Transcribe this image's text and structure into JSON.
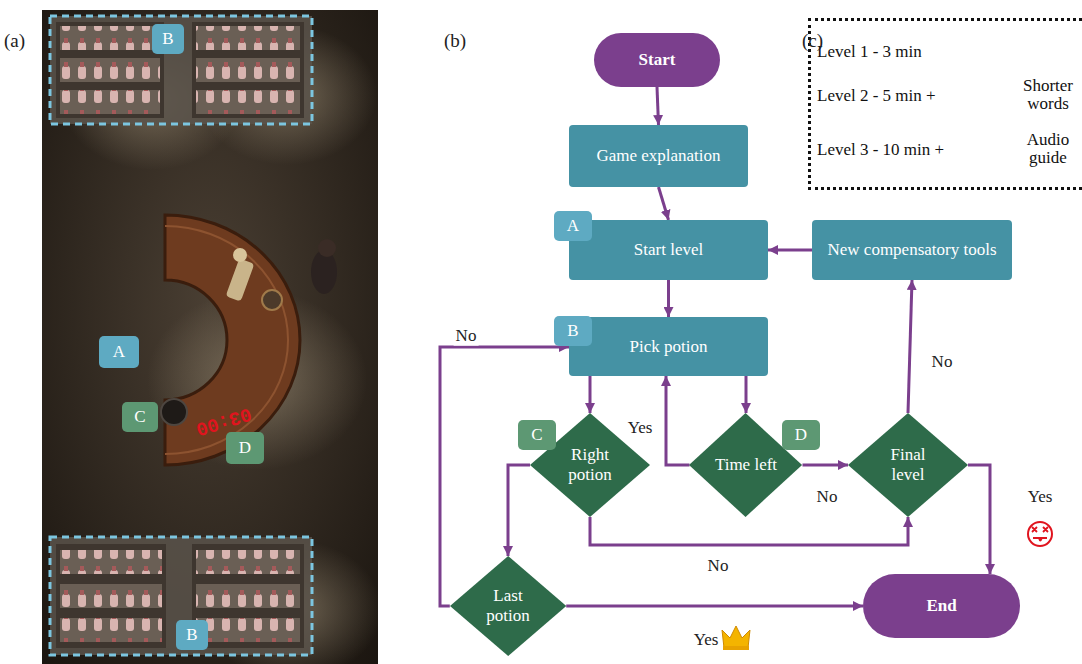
{
  "diagram": {
    "nodes": [
      {
        "text": [
          "Start"
        ]
      },
      {
        "text": [
          "Game explanation"
        ]
      },
      {
        "text": [
          "Start level"
        ]
      },
      {
        "text": [
          "New compensatory tools"
        ]
      },
      {
        "text": [
          "Pick potion"
        ]
      },
      {
        "text": [
          "Right potion"
        ]
      },
      {
        "text": [
          "Time left"
        ]
      },
      {
        "text": [
          "Final level"
        ]
      },
      {
        "text": [
          "Last potion"
        ]
      },
      {
        "text": [
          "End"
        ]
      },
      {
        "text": [
          "Level 1 - 3 min",
          "Level 2 - 5 min +",
          "Shorter words",
          "Level 3 - 10 min +",
          "Audio guide"
        ]
      }
    ],
    "edges": [
      {
        "from": 0,
        "to": 1,
        "arrow": "to"
      },
      {
        "from": 1,
        "to": 2,
        "arrow": "to"
      },
      {
        "from": 2,
        "to": 4,
        "arrow": "to"
      },
      {
        "from": 4,
        "to": 5,
        "arrow": "to"
      },
      {
        "from": 4,
        "to": 6,
        "arrow": "to"
      },
      {
        "from": 6,
        "to": 4,
        "label": "Yes",
        "arrow": "to"
      },
      {
        "from": 6,
        "to": 7,
        "label": "No",
        "arrow": "to"
      },
      {
        "from": 5,
        "to": 7,
        "label": "No",
        "arrow": "to"
      },
      {
        "from": 5,
        "to": 8,
        "arrow": "to"
      },
      {
        "from": 8,
        "to": 4,
        "label": "No",
        "arrow": "to"
      },
      {
        "from": 8,
        "to": 9,
        "label": "Yes",
        "arrow": "to"
      },
      {
        "from": 7,
        "to": 9,
        "label": "Yes",
        "arrow": "to"
      },
      {
        "from": 7,
        "to": 3,
        "label": "No",
        "arrow": "to"
      },
      {
        "from": 3,
        "to": 2,
        "arrow": "to"
      }
    ],
    "labels": [
      "(a)",
      "(b)",
      "(c)",
      "B",
      "A",
      "C",
      "D",
      "B",
      "03:00",
      "A",
      "B",
      "C",
      "D"
    ]
  }
}
